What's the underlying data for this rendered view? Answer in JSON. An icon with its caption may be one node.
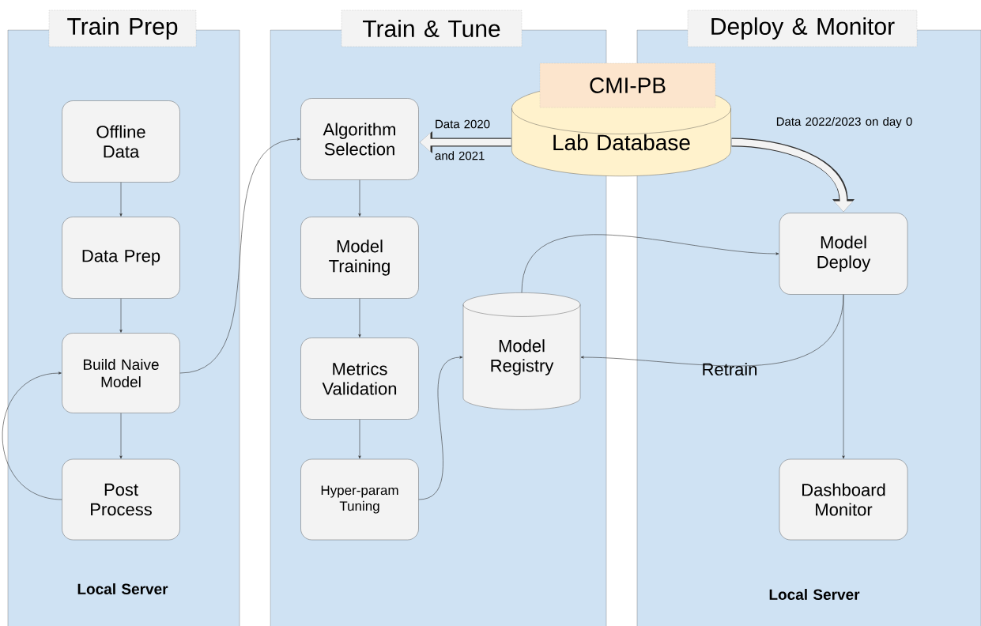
{
  "diagram": {
    "nodes": [
      {
        "text": [
          "Train Prep",
          "Local Server"
        ]
      },
      {
        "text": [
          "Offline Data"
        ],
        "in": 0
      },
      {
        "text": [
          "Data Prep"
        ],
        "in": 0
      },
      {
        "text": [
          "Build Naive Model"
        ],
        "in": 0
      },
      {
        "text": [
          "Post Process"
        ],
        "in": 0
      },
      {
        "text": [
          "Train & Tune"
        ]
      },
      {
        "text": [
          "Algorithm Selection"
        ],
        "in": 5
      },
      {
        "text": [
          "Model Training"
        ],
        "in": 5
      },
      {
        "text": [
          "Metrics Validation"
        ],
        "in": 5
      },
      {
        "text": [
          "Hyper-param Tuning"
        ],
        "in": 5
      },
      {
        "text": [
          "Model Registry"
        ],
        "in": 5
      },
      {
        "text": [
          "Deploy & Monitor",
          "Local Server"
        ]
      },
      {
        "text": [
          "CMI-PB"
        ]
      },
      {
        "text": [
          "Lab Database"
        ]
      },
      {
        "text": [
          "Model Deploy"
        ],
        "in": 11
      },
      {
        "text": [
          "Dashboard Monitor"
        ],
        "in": 11
      }
    ],
    "edges": [
      {
        "from": 1,
        "to": 2,
        "arrow": "to"
      },
      {
        "from": 2,
        "to": 3,
        "arrow": "to"
      },
      {
        "from": 3,
        "to": 4,
        "arrow": "to"
      },
      {
        "from": 4,
        "to": 3,
        "arrow": "to"
      },
      {
        "from": 3,
        "to": 6,
        "arrow": "to"
      },
      {
        "from": 6,
        "to": 7,
        "arrow": "to"
      },
      {
        "from": 7,
        "to": 8,
        "arrow": "to"
      },
      {
        "from": 8,
        "to": 9,
        "arrow": "to"
      },
      {
        "from": 9,
        "to": 10,
        "arrow": "to"
      },
      {
        "from": 10,
        "to": 14,
        "arrow": "to"
      },
      {
        "from": 14,
        "to": 10,
        "arrow": "to",
        "label": "Retrain"
      },
      {
        "from": 14,
        "to": 15,
        "arrow": "to"
      },
      {
        "from": 13,
        "to": 6,
        "arrow": "to",
        "style": "thick",
        "color": "#f3f3f3",
        "label": "Data 2020 and 2021"
      },
      {
        "from": 13,
        "to": 14,
        "arrow": "to",
        "style": "thick",
        "color": "#f3f3f3",
        "label": "Data 2022/2023 on day 0"
      }
    ]
  }
}
